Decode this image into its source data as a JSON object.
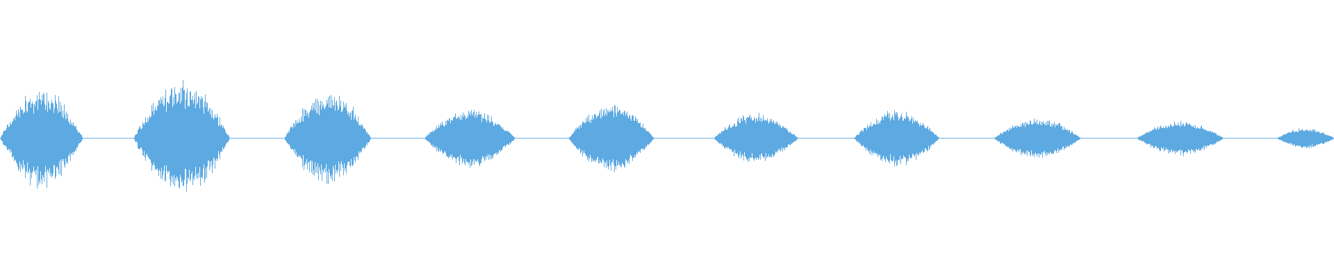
{
  "waveform": {
    "color": "#5DA9E1",
    "background": "#ffffff",
    "envelope_peaks_normalized": [
      0.68,
      0.8,
      0.66,
      0.4,
      0.45,
      0.34,
      0.38,
      0.28,
      0.24,
      0.14
    ],
    "bursts": [
      {
        "start_fraction": 0.0,
        "end_fraction": 0.062,
        "peak": 0.68,
        "noise": 0.8
      },
      {
        "start_fraction": 0.1,
        "end_fraction": 0.172,
        "peak": 0.8,
        "noise": 0.85
      },
      {
        "start_fraction": 0.213,
        "end_fraction": 0.278,
        "peak": 0.66,
        "noise": 0.8
      },
      {
        "start_fraction": 0.318,
        "end_fraction": 0.386,
        "peak": 0.4,
        "noise": 0.55
      },
      {
        "start_fraction": 0.426,
        "end_fraction": 0.49,
        "peak": 0.45,
        "noise": 0.5
      },
      {
        "start_fraction": 0.535,
        "end_fraction": 0.598,
        "peak": 0.34,
        "noise": 0.6
      },
      {
        "start_fraction": 0.64,
        "end_fraction": 0.704,
        "peak": 0.38,
        "noise": 0.6
      },
      {
        "start_fraction": 0.745,
        "end_fraction": 0.81,
        "peak": 0.28,
        "noise": 0.55
      },
      {
        "start_fraction": 0.852,
        "end_fraction": 0.917,
        "peak": 0.24,
        "noise": 0.55
      },
      {
        "start_fraction": 0.957,
        "end_fraction": 1.0,
        "peak": 0.14,
        "noise": 0.5
      }
    ]
  }
}
